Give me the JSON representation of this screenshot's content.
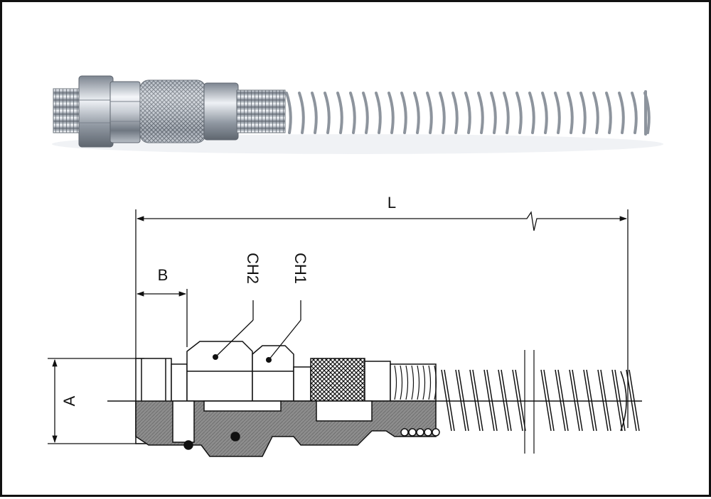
{
  "diagram": {
    "labels": {
      "overall_length": "L",
      "thread_length": "B",
      "thread_diameter": "A",
      "hex_outer": "CH2",
      "hex_inner": "CH1"
    },
    "colors": {
      "line": "#111111",
      "section_fill": "#8a8a8a",
      "knurl": "#222222",
      "metal_light": "#e8ecf2",
      "metal_dark": "#6b7280"
    }
  }
}
